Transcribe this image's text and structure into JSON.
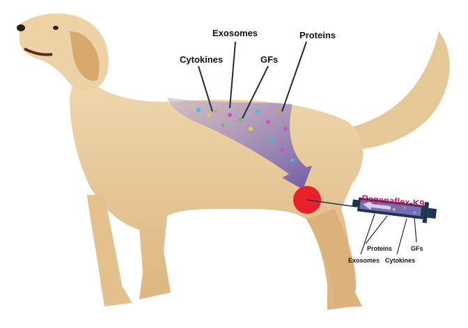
{
  "labels": {
    "exosomes": "Exosomes",
    "cytokines": "Cytokines",
    "gfs": "GFs",
    "proteins": "Proteins"
  },
  "product": {
    "name": "Regenaflex-K9",
    "labels": {
      "proteins": "Proteins",
      "gfs": "GFs",
      "exosomes": "Exosomes",
      "cytokines": "Cytokines"
    }
  },
  "colors": {
    "fur": "#e8c99a",
    "band": "#7b6bb5",
    "injection_site": "#e8202a",
    "product_name": "#c8185a",
    "syringe": "#1e3550"
  }
}
